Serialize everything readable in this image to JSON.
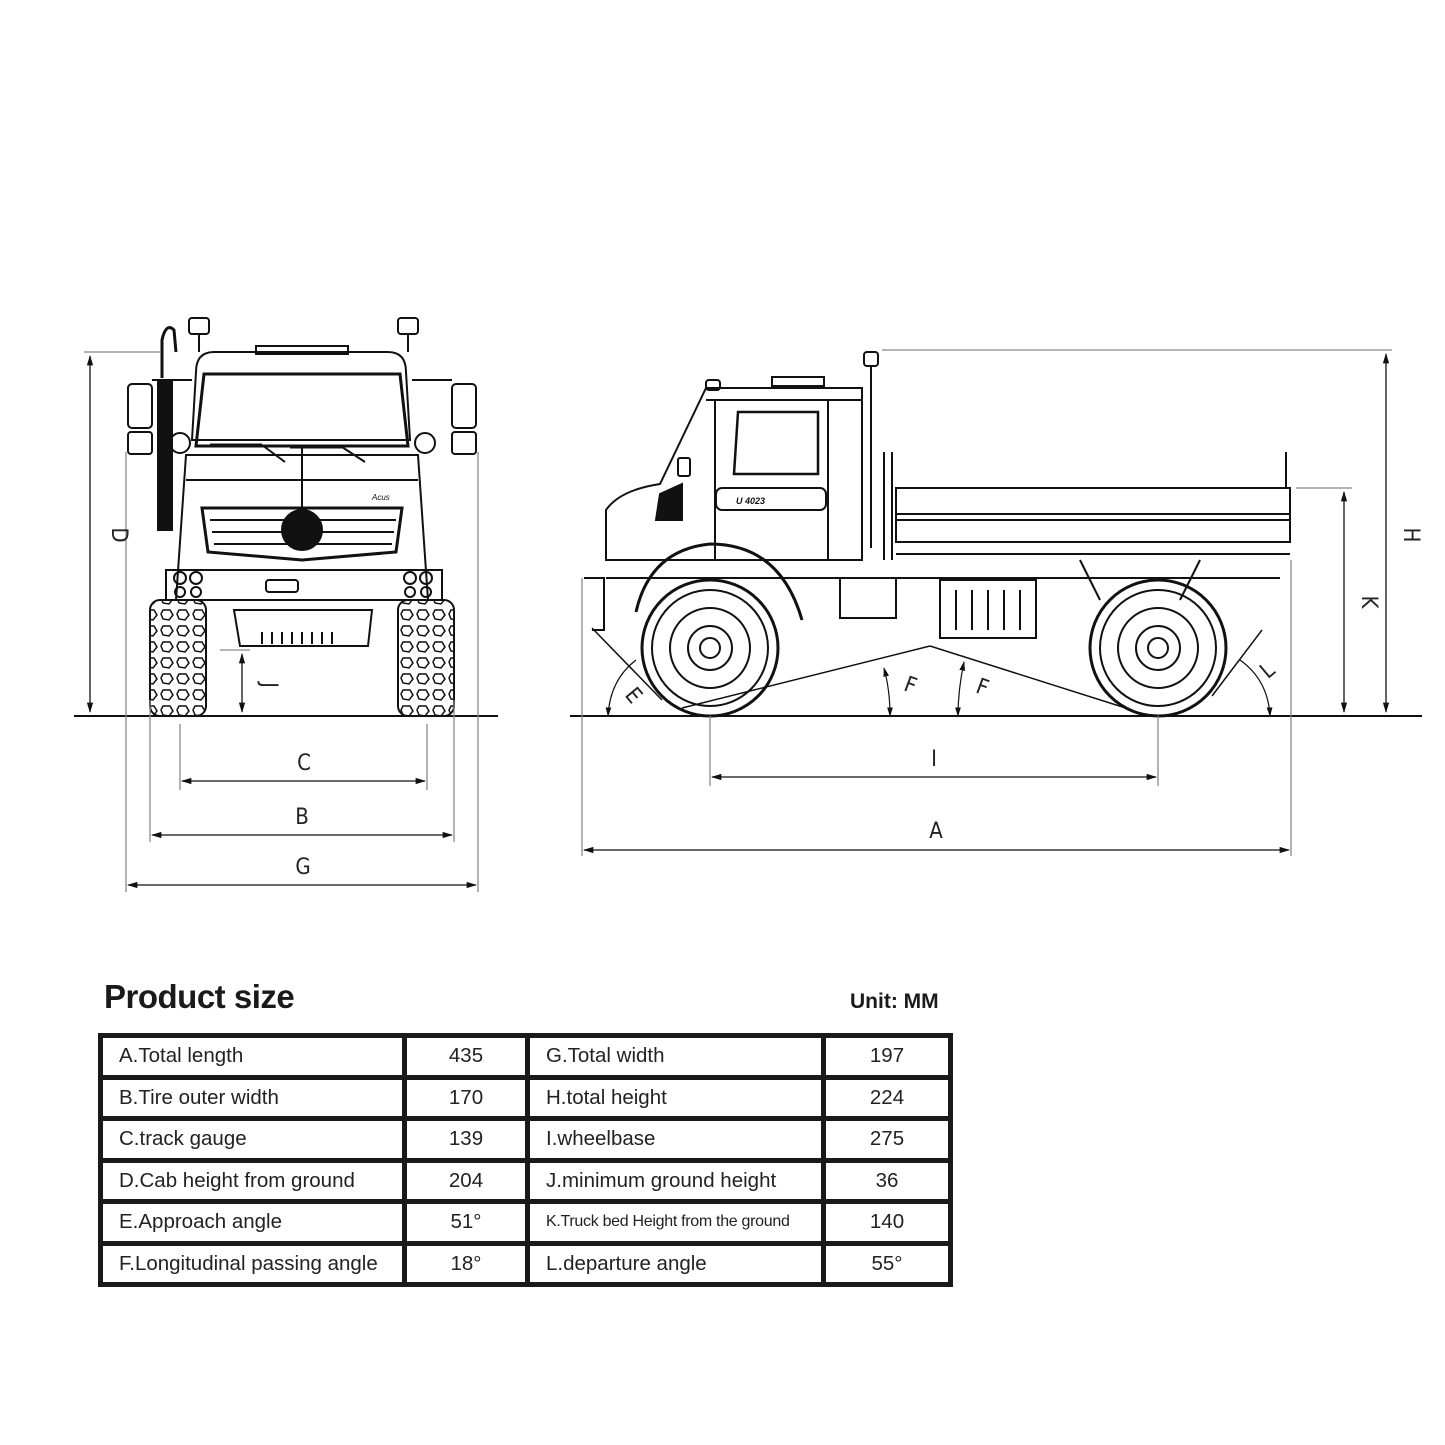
{
  "diagram": {
    "front_view": {
      "dimension_labels": {
        "C": "C",
        "B": "B",
        "G": "G",
        "D": "D",
        "J": "J"
      }
    },
    "side_view": {
      "dimension_labels": {
        "A": "A",
        "I": "I",
        "H": "H",
        "K": "K",
        "E": "E",
        "F1": "F",
        "F2": "F",
        "L": "L"
      },
      "door_badge": "U 4023"
    }
  },
  "product_size": {
    "title": "Product size",
    "unit": "Unit: MM",
    "rows": [
      {
        "left_label": "A.Total length",
        "left_value": "435",
        "right_label": "G.Total width",
        "right_value": "197"
      },
      {
        "left_label": "B.Tire outer width",
        "left_value": "170",
        "right_label": "H.total height",
        "right_value": "224"
      },
      {
        "left_label": "C.track gauge",
        "left_value": "139",
        "right_label": "I.wheelbase",
        "right_value": "275"
      },
      {
        "left_label": "D.Cab height from ground",
        "left_value": "204",
        "right_label": "J.minimum ground height",
        "right_value": "36"
      },
      {
        "left_label": "E.Approach angle",
        "left_value": "51°",
        "right_label": "K.Truck bed Height from the ground",
        "right_value": "140"
      },
      {
        "left_label": "F.Longitudinal passing angle",
        "left_value": "18°",
        "right_label": "L.departure angle",
        "right_value": "55°"
      }
    ]
  }
}
